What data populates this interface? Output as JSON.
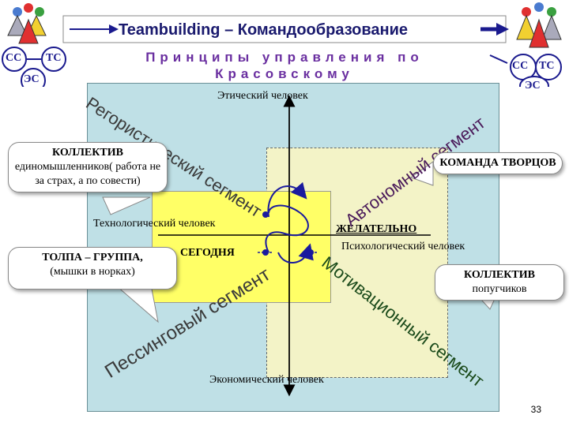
{
  "title": "Teambuilding – Командообразование",
  "subtitle_line1": "Принципы управления по",
  "subtitle_line2": "Красовскому",
  "left_circles": {
    "cc": "СС",
    "tc": "ТС",
    "ec": "ЭС"
  },
  "right_circles": {
    "cc": "СС",
    "tc": "ТС",
    "ec": "ЭС"
  },
  "axis": {
    "top": "Этический человек",
    "bottom": "Экономический человек",
    "left": "Технологический человек",
    "right": "Психологический человек"
  },
  "segments": {
    "regorist": "Регористический сегмент",
    "autonom": "Автономный сегмент",
    "pessim": "Пессинговый сегмент",
    "motiv": "Мотивационный сегмент"
  },
  "points": {
    "today": "СЕГОДНЯ",
    "desired": "ЖЕЛАТЕЛЬНО"
  },
  "callouts": {
    "collective_title": "КОЛЛЕКТИВ",
    "collective_text": "единомышленников( работа не за страх, а по совести)",
    "team_title": "КОМАНДА ТВОРЦОВ",
    "crowd_title": "ТОЛПА – ГРУППА,",
    "crowd_text": "(мышки в норках)",
    "parrot_title": "КОЛЛЕКТИВ",
    "parrot_text": "попугчиков"
  },
  "page_number": "33"
}
